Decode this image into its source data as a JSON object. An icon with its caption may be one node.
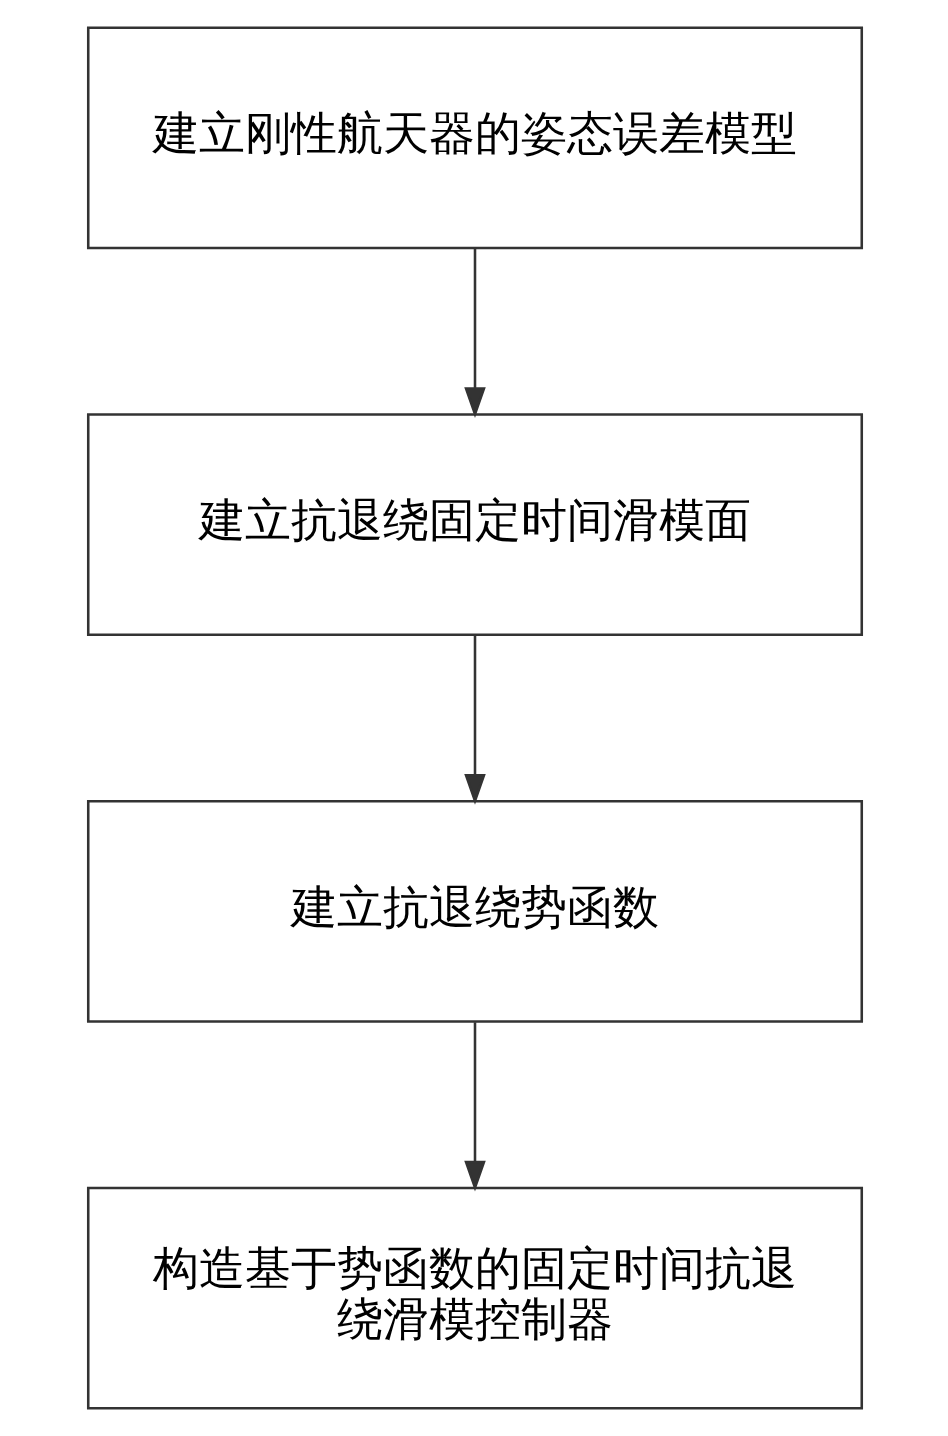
{
  "diagram": {
    "nodes": [
      {
        "text": [
          "建立刚性航天器的姿态误差模型"
        ]
      },
      {
        "text": [
          "建立抗退绕固定时间滑模面"
        ]
      },
      {
        "text": [
          "建立抗退绕势函数"
        ]
      },
      {
        "text": [
          "构造基于势函数的固定时间抗退绕滑模控制器"
        ]
      }
    ],
    "edges": [
      {
        "from": 0,
        "to": 1,
        "arrow": "to"
      },
      {
        "from": 1,
        "to": 2,
        "arrow": "to"
      },
      {
        "from": 2,
        "to": 3,
        "arrow": "to"
      }
    ]
  }
}
